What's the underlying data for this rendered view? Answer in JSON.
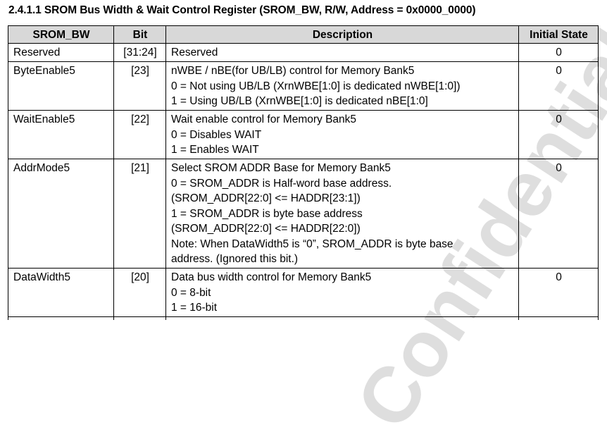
{
  "section_title": "2.4.1.1  SROM Bus Width & Wait Control Register (SROM_BW, R/W, Address = 0x0000_0000)",
  "watermark": "Confidential",
  "table": {
    "headers": [
      "SROM_BW",
      "Bit",
      "Description",
      "Initial State"
    ],
    "rows": [
      {
        "field": "Reserved",
        "bit": "[31:24]",
        "description": [
          "Reserved"
        ],
        "initial": "0"
      },
      {
        "field": "ByteEnable5",
        "bit": "[23]",
        "description": [
          "nWBE / nBE(for UB/LB) control for Memory Bank5",
          "0 = Not using UB/LB (XrnWBE[1:0] is dedicated nWBE[1:0])",
          "1 = Using UB/LB (XrnWBE[1:0] is dedicated nBE[1:0]"
        ],
        "initial": "0"
      },
      {
        "field": "WaitEnable5",
        "bit": "[22]",
        "description": [
          "Wait enable control for Memory Bank5",
          "0 = Disables WAIT",
          "1 = Enables WAIT"
        ],
        "initial": "0"
      },
      {
        "field": "AddrMode5",
        "bit": "[21]",
        "description": [
          "Select SROM ADDR Base for Memory Bank5",
          "0 = SROM_ADDR is Half-word base address.",
          "(SROM_ADDR[22:0] <= HADDR[23:1])",
          "1 = SROM_ADDR is byte base address",
          "(SROM_ADDR[22:0] <= HADDR[22:0])",
          "Note: When DataWidth5 is “0”, SROM_ADDR is byte base",
          "address. (Ignored this bit.)"
        ],
        "initial": "0"
      },
      {
        "field": "DataWidth5",
        "bit": "[20]",
        "description": [
          "Data bus width control for Memory Bank5",
          "0 = 8-bit",
          "1 = 16-bit"
        ],
        "initial": "0"
      }
    ]
  }
}
